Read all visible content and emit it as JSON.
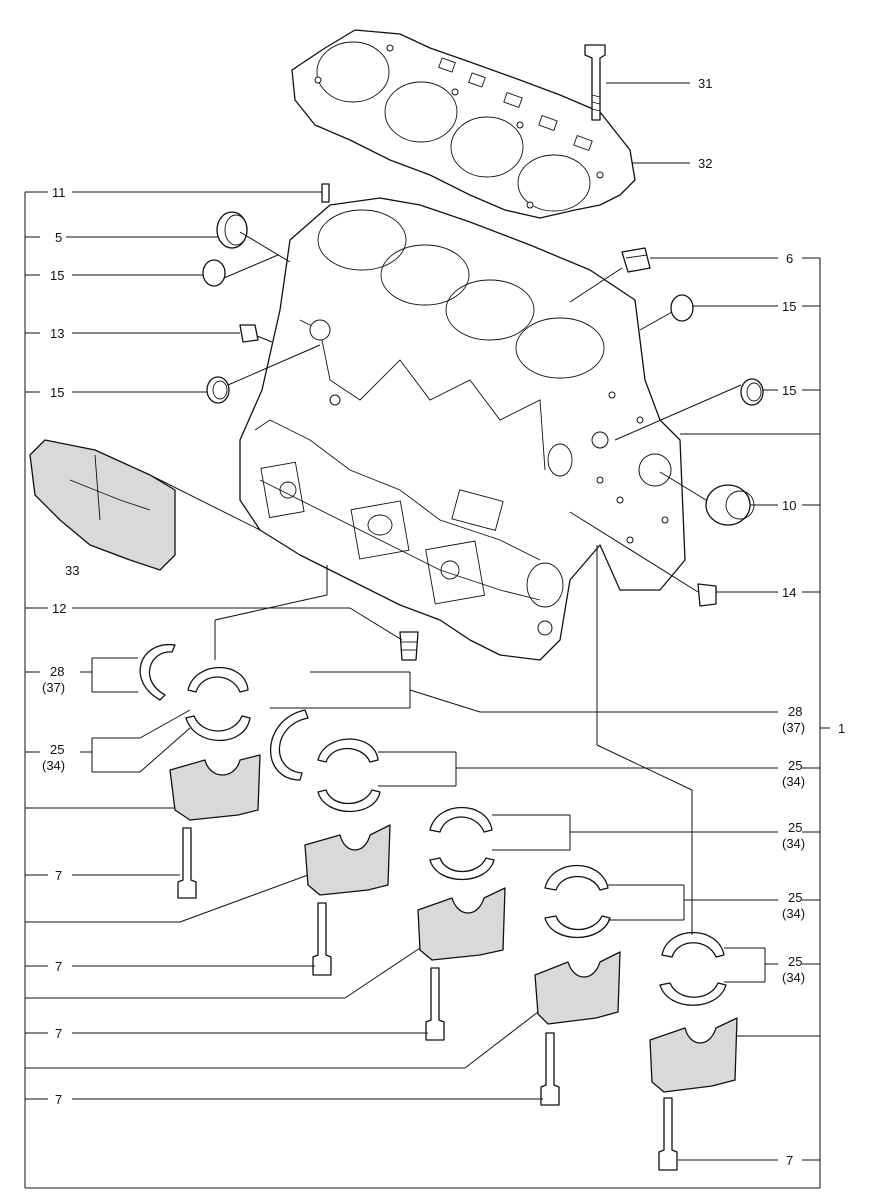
{
  "labels": {
    "l31": "31",
    "l32": "32",
    "l11": "11",
    "l5": "5",
    "l15a": "15",
    "l13": "13",
    "l15b": "15",
    "l6": "6",
    "l15c": "15",
    "l15d": "15",
    "l10": "10",
    "l14": "14",
    "l33": "33",
    "l12": "12",
    "l28a": "28",
    "l37a": "(37)",
    "l25a": "25",
    "l34a": "(34)",
    "l28b": "28",
    "l37b": "(37)",
    "l1": "1",
    "l25b": "25",
    "l34b": "(34)",
    "l25c": "25",
    "l34c": "(34)",
    "l25d": "25",
    "l34d": "(34)",
    "l25e": "25",
    "l34e": "(34)",
    "l7a": "7",
    "l7b": "7",
    "l7c": "7",
    "l7d": "7",
    "l7e": "7"
  }
}
